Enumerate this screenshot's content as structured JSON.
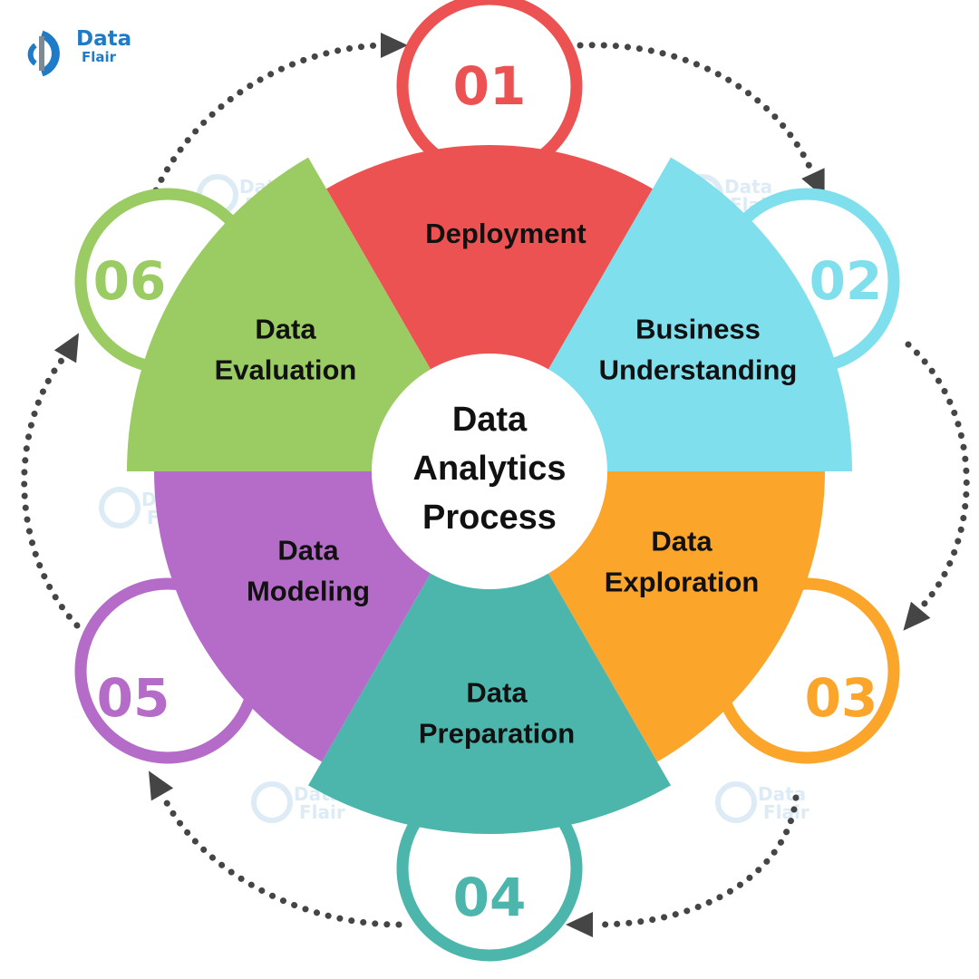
{
  "brand": {
    "line1": "Data",
    "line2": "Flair"
  },
  "center": {
    "lines": [
      "Data",
      "Analytics",
      "Process"
    ]
  },
  "stages": [
    {
      "number": "01",
      "lines": [
        "Deployment"
      ],
      "color": "#ec5252"
    },
    {
      "number": "02",
      "lines": [
        "Business",
        "Understanding"
      ],
      "color": "#7fdfec"
    },
    {
      "number": "03",
      "lines": [
        "Data",
        "Exploration"
      ],
      "color": "#fba52a"
    },
    {
      "number": "04",
      "lines": [
        "Data",
        "Preparation"
      ],
      "color": "#4cb6ad"
    },
    {
      "number": "05",
      "lines": [
        "Data",
        "Modeling"
      ],
      "color": "#b56cc8"
    },
    {
      "number": "06",
      "lines": [
        "Data",
        "Evaluation"
      ],
      "color": "#9bcb63"
    }
  ],
  "colors": {
    "arrow": "#454545",
    "logo": "#1e7bc8",
    "watermark": "#d9e9f4"
  }
}
